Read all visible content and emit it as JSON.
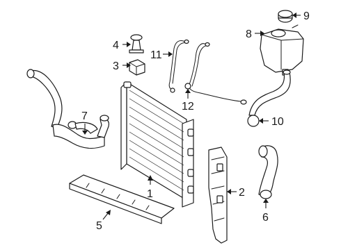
{
  "callouts": [
    {
      "id": "1",
      "name": "radiator"
    },
    {
      "id": "2",
      "name": "radiator-bracket"
    },
    {
      "id": "3",
      "name": "rubber-mount"
    },
    {
      "id": "4",
      "name": "push-clip"
    },
    {
      "id": "5",
      "name": "lower-air-deflector"
    },
    {
      "id": "6",
      "name": "lower-radiator-hose"
    },
    {
      "id": "7",
      "name": "upper-radiator-hose"
    },
    {
      "id": "8",
      "name": "coolant-reservoir"
    },
    {
      "id": "9",
      "name": "reservoir-cap"
    },
    {
      "id": "10",
      "name": "overflow-hose"
    },
    {
      "id": "11",
      "name": "vent-line"
    },
    {
      "id": "12",
      "name": "vent-tube"
    }
  ]
}
